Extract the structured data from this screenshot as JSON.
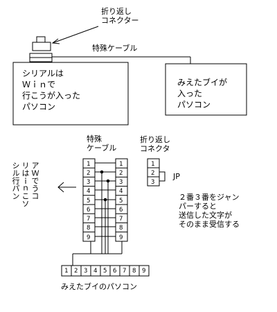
{
  "top": {
    "loopback_connector_label": "折り返し\nコネクター",
    "special_cable_label": "特殊ケーブル",
    "pc_win_label": "シリアルは\nＷｉｎで\n行こうが入った\nパソコン",
    "pc_viewer_label": "みえたブイが\n入った\nパソコン"
  },
  "bottom": {
    "special_cable_label": "特殊\nケーブル",
    "loopback_label": "折り返し\nコネクタ",
    "jp_label": "JP",
    "to_win_pc_columns": [
      "アＷでうコ",
      "リはｉｎこソ",
      "シル行パン"
    ],
    "jumper_note": "２番３番をジャン\nパーすると\n送信した文字が\nそのまま受信する",
    "viewer_pc_label": "みえたブイのパソコン",
    "left_pins": [
      "1",
      "2",
      "3",
      "4",
      "5",
      "6",
      "7",
      "8",
      "9"
    ],
    "right_pins": [
      "1",
      "2",
      "3",
      "4",
      "5",
      "6",
      "7",
      "8",
      "9"
    ],
    "loop_pins": [
      "1",
      "2",
      "3"
    ],
    "bottom_pins": [
      "1",
      "2",
      "3",
      "4",
      "5",
      "6",
      "7",
      "8",
      "9"
    ]
  }
}
